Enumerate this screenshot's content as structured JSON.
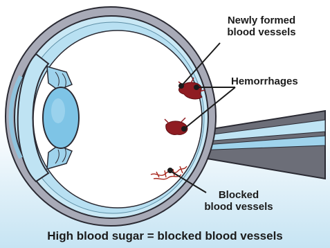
{
  "labels": {
    "new_vessels_line1": "Newly formed",
    "new_vessels_line2": "blood vessels",
    "hemorrhages": "Hemorrhages",
    "blocked_line1": "Blocked",
    "blocked_line2": "blood vessels"
  },
  "caption": "High blood sugar = blocked blood vessels",
  "colors": {
    "sclera": "#a8aab7",
    "retina": "#2a2a33",
    "vitreous": "#ffffff",
    "fluid": "#b8e0f2",
    "lens": "#7ec4e6",
    "blood": "#8f1c22"
  }
}
